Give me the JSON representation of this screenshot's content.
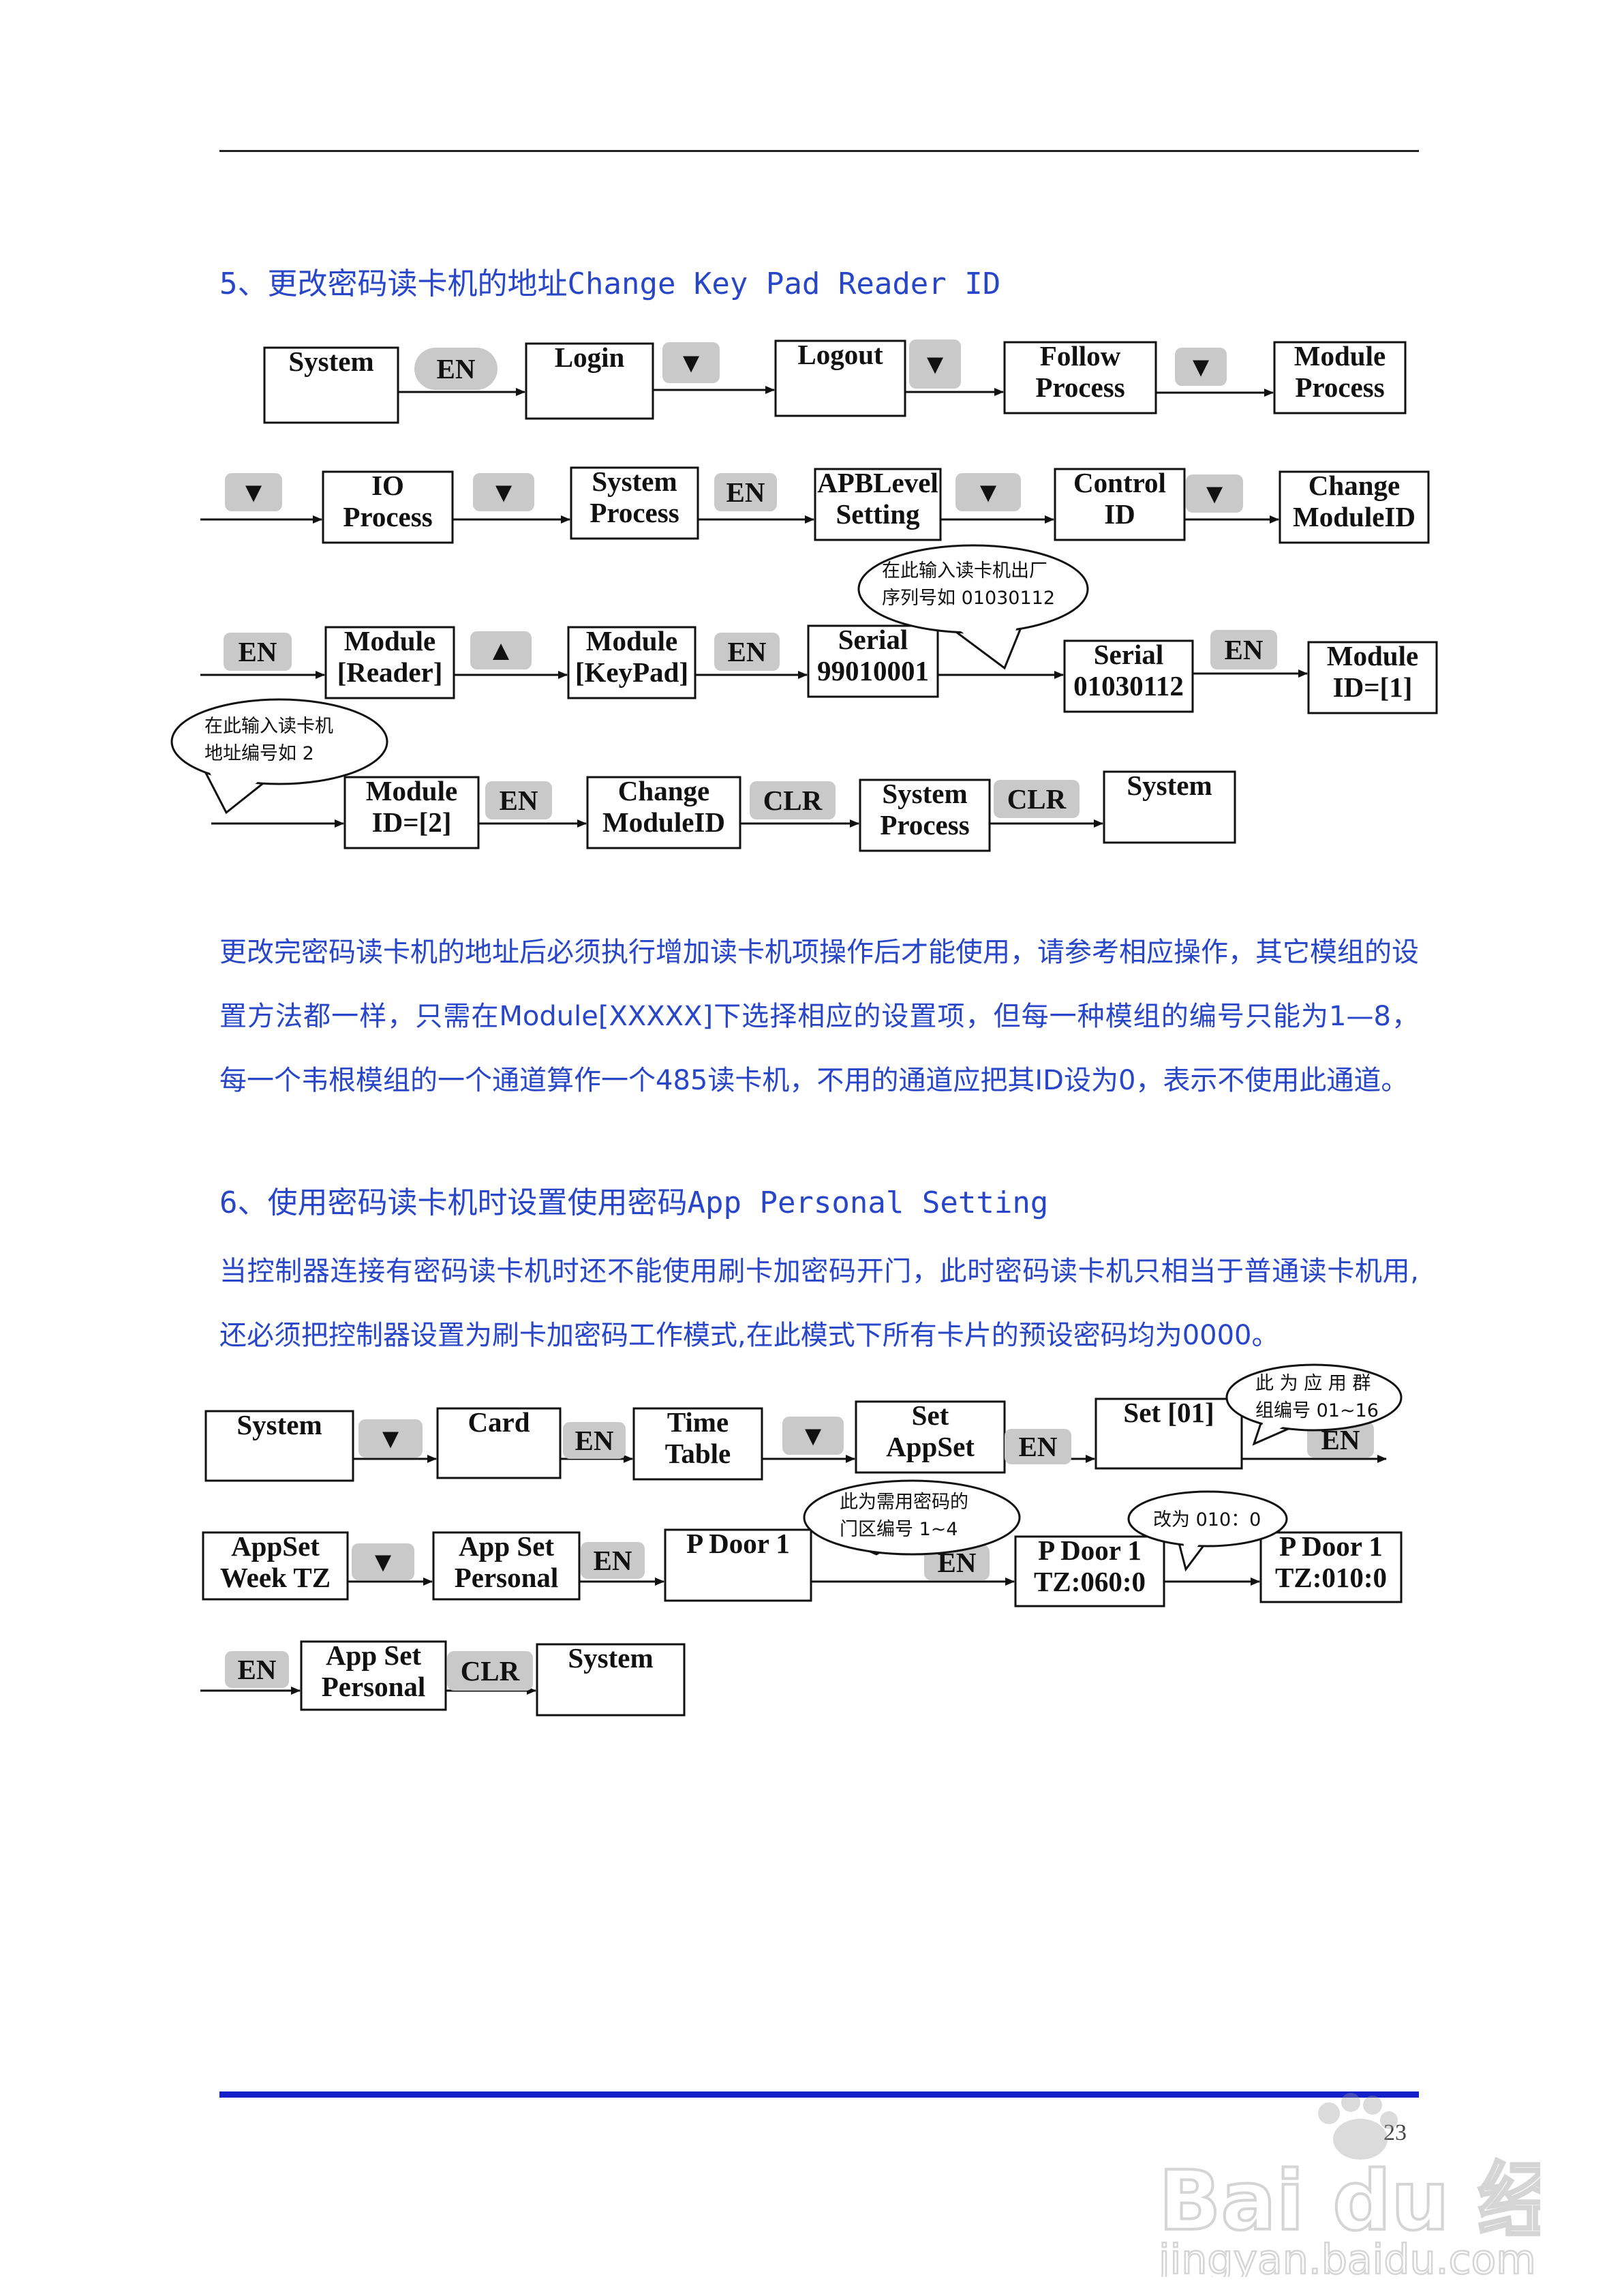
{
  "section5": {
    "heading": "5、更改密码读卡机的地址Change Key Pad Reader ID",
    "paragraph": "更改完密码读卡机的地址后必须执行增加读卡机项操作后才能使用，请参考相应操作，其它模组的设置方法都一样，只需在Module[XXXXX]下选择相应的设置项，但每一种模组的编号只能为1—8，每一个韦根模组的一个通道算作一个485读卡机，不用的通道应把其ID设为0，表示不使用此通道。"
  },
  "section6": {
    "heading": "6、使用密码读卡机时设置使用密码App Personal Setting",
    "paragraph": "当控制器连接有密码读卡机时还不能使用刷卡加密码开门，此时密码读卡机只相当于普通读卡机用,还必须把控制器设置为刷卡加密码工作模式,在此模式下所有卡片的预设密码均为0000。"
  },
  "page_number": "23",
  "watermark": {
    "brand": "Bai du 经验",
    "url": "jingyan.baidu.com"
  },
  "flow1": {
    "nodes": [
      {
        "id": "n_system",
        "lines": [
          "System"
        ]
      },
      {
        "id": "n_login",
        "lines": [
          "Login"
        ]
      },
      {
        "id": "n_logout",
        "lines": [
          "Logout"
        ]
      },
      {
        "id": "n_follow",
        "lines": [
          "Follow",
          "Process"
        ]
      },
      {
        "id": "n_module",
        "lines": [
          "Module",
          "Process"
        ]
      },
      {
        "id": "n_io",
        "lines": [
          "IO",
          "Process"
        ]
      },
      {
        "id": "n_sysproc",
        "lines": [
          "System",
          "Process"
        ]
      },
      {
        "id": "n_apb",
        "lines": [
          "APBLevel",
          "Setting"
        ]
      },
      {
        "id": "n_ctrl",
        "lines": [
          "Control",
          "ID"
        ]
      },
      {
        "id": "n_change",
        "lines": [
          "Change",
          "ModuleID"
        ]
      },
      {
        "id": "n_modreader",
        "lines": [
          "Module",
          "[Reader]"
        ]
      },
      {
        "id": "n_modkeypad",
        "lines": [
          "Module",
          "[KeyPad]"
        ]
      },
      {
        "id": "n_serial1",
        "lines": [
          "Serial",
          "99010001"
        ]
      },
      {
        "id": "n_serial2",
        "lines": [
          "Serial",
          "01030112"
        ]
      },
      {
        "id": "n_modid1",
        "lines": [
          "Module",
          "ID=[1]"
        ]
      },
      {
        "id": "n_modid2",
        "lines": [
          "Module",
          "ID=[2]"
        ]
      },
      {
        "id": "n_change2",
        "lines": [
          "Change",
          "ModuleID"
        ]
      },
      {
        "id": "n_sysproc2",
        "lines": [
          "System",
          "Process"
        ]
      },
      {
        "id": "n_system2",
        "lines": [
          "System"
        ]
      }
    ],
    "keys": [
      {
        "id": "k1",
        "label": "EN"
      },
      {
        "id": "k2",
        "label": "▼"
      },
      {
        "id": "k3",
        "label": "▼"
      },
      {
        "id": "k4",
        "label": "▼"
      },
      {
        "id": "k5",
        "label": "▼"
      },
      {
        "id": "k6",
        "label": "▼"
      },
      {
        "id": "k7",
        "label": "EN"
      },
      {
        "id": "k8",
        "label": "▼"
      },
      {
        "id": "k9",
        "label": "▼"
      },
      {
        "id": "k10",
        "label": "EN"
      },
      {
        "id": "k11",
        "label": "▲"
      },
      {
        "id": "k12",
        "label": "EN"
      },
      {
        "id": "k13",
        "label": "EN"
      },
      {
        "id": "k14",
        "label": "EN"
      },
      {
        "id": "k15",
        "label": "CLR"
      },
      {
        "id": "k16",
        "label": "CLR"
      }
    ],
    "notes": [
      {
        "id": "c1",
        "lines": [
          "在此输入读卡机出厂",
          "序列号如 01030112"
        ]
      },
      {
        "id": "c2",
        "lines": [
          "在此输入读卡机",
          "地址编号如 2"
        ]
      }
    ]
  },
  "flow2": {
    "nodes": [
      {
        "id": "m_system",
        "lines": [
          "System"
        ]
      },
      {
        "id": "m_card",
        "lines": [
          "Card"
        ]
      },
      {
        "id": "m_time",
        "lines": [
          "Time",
          "Table"
        ]
      },
      {
        "id": "m_set",
        "lines": [
          "Set",
          "AppSet"
        ]
      },
      {
        "id": "m_set01",
        "lines": [
          "Set [01]"
        ]
      },
      {
        "id": "m_appweek",
        "lines": [
          "AppSet",
          "Week TZ"
        ]
      },
      {
        "id": "m_apppers",
        "lines": [
          "App Set",
          "Personal"
        ]
      },
      {
        "id": "m_pdoor",
        "lines": [
          "P Door 1"
        ]
      },
      {
        "id": "m_pdoor060",
        "lines": [
          "P Door 1",
          "TZ:060:0"
        ]
      },
      {
        "id": "m_pdoor010",
        "lines": [
          "P Door 1",
          "TZ:010:0"
        ]
      },
      {
        "id": "m_apppers2",
        "lines": [
          "App Set",
          "Personal"
        ]
      },
      {
        "id": "m_system2",
        "lines": [
          "System"
        ]
      }
    ],
    "keys": [
      {
        "id": "j1",
        "label": "▼"
      },
      {
        "id": "j2",
        "label": "EN"
      },
      {
        "id": "j3",
        "label": "▼"
      },
      {
        "id": "j4",
        "label": "EN"
      },
      {
        "id": "j5",
        "label": "EN"
      },
      {
        "id": "j6",
        "label": "▼"
      },
      {
        "id": "j7",
        "label": "EN"
      },
      {
        "id": "j8",
        "label": "EN"
      },
      {
        "id": "j9",
        "label": "EN"
      },
      {
        "id": "j10",
        "label": "CLR"
      }
    ],
    "notes": [
      {
        "id": "d1",
        "lines": [
          "此 为 应 用 群",
          "组编号 01~16"
        ]
      },
      {
        "id": "d2",
        "lines": [
          "此为需用密码的",
          "门区编号 1~4"
        ]
      },
      {
        "id": "d3",
        "lines": [
          "改为 010：0"
        ]
      }
    ]
  }
}
